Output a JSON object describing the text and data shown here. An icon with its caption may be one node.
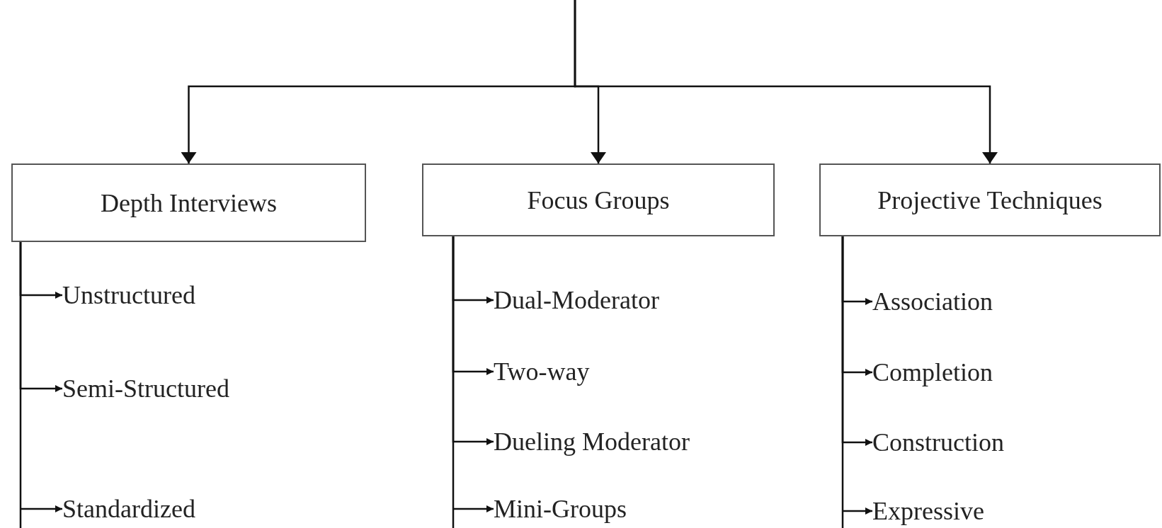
{
  "diagram": {
    "nodes": [
      {
        "text": [
          "Depth Interviews"
        ]
      },
      {
        "text": [
          "Focus Groups"
        ]
      },
      {
        "text": [
          "Projective Techniques"
        ]
      },
      {
        "text": [
          "Unstructured"
        ]
      },
      {
        "text": [
          "Semi-Structured"
        ]
      },
      {
        "text": [
          "Standardized"
        ]
      },
      {
        "text": [
          "Dual-Moderator"
        ]
      },
      {
        "text": [
          "Two-way"
        ]
      },
      {
        "text": [
          "Dueling Moderator"
        ]
      },
      {
        "text": [
          "Mini-Groups"
        ]
      },
      {
        "text": [
          "Association"
        ]
      },
      {
        "text": [
          "Completion"
        ]
      },
      {
        "text": [
          "Construction"
        ]
      },
      {
        "text": [
          "Expressive"
        ]
      }
    ],
    "edges": [
      {
        "from": null,
        "to": 0,
        "arrow": "to"
      },
      {
        "from": null,
        "to": 1,
        "arrow": "to"
      },
      {
        "from": null,
        "to": 2,
        "arrow": "to"
      },
      {
        "from": 0,
        "to": 3,
        "arrow": "to"
      },
      {
        "from": 0,
        "to": 4,
        "arrow": "to"
      },
      {
        "from": 0,
        "to": 5,
        "arrow": "to"
      },
      {
        "from": 1,
        "to": 6,
        "arrow": "to"
      },
      {
        "from": 1,
        "to": 7,
        "arrow": "to"
      },
      {
        "from": 1,
        "to": 8,
        "arrow": "to"
      },
      {
        "from": 1,
        "to": 9,
        "arrow": "to"
      },
      {
        "from": 2,
        "to": 10,
        "arrow": "to"
      },
      {
        "from": 2,
        "to": 11,
        "arrow": "to"
      },
      {
        "from": 2,
        "to": 12,
        "arrow": "to"
      },
      {
        "from": 2,
        "to": 13,
        "arrow": "to"
      }
    ]
  }
}
